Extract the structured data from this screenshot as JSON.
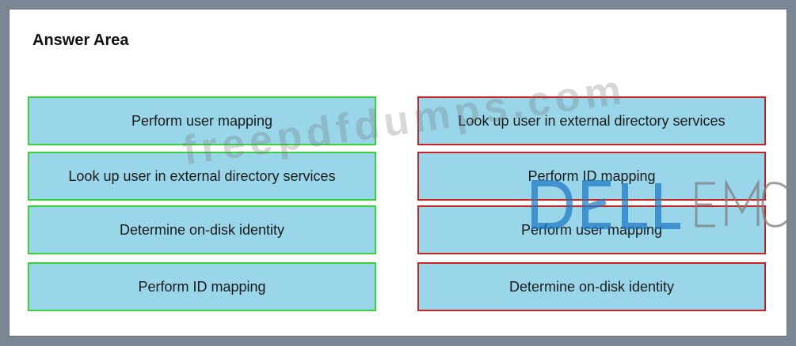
{
  "page": {
    "title": "Answer Area"
  },
  "left_column": {
    "items": [
      {
        "label": "Perform user mapping"
      },
      {
        "label": "Look up user in external directory services"
      },
      {
        "label": "Determine on-disk identity"
      },
      {
        "label": "Perform ID mapping"
      }
    ],
    "border_color": "#3ad13a"
  },
  "right_column": {
    "items": [
      {
        "label": "Look up user in external directory services"
      },
      {
        "label": "Perform ID mapping"
      },
      {
        "label": "Perform user mapping"
      },
      {
        "label": "Determine on-disk identity"
      }
    ],
    "border_color": "#cc2222"
  },
  "watermark": {
    "text": "freepdfdumps.com",
    "logo_text": "DELL EMC"
  },
  "colors": {
    "box_fill": "#99d6ea",
    "background": "#7b8694",
    "logo_blue": "#1d79c2",
    "logo_grey": "#7d7d7d"
  }
}
